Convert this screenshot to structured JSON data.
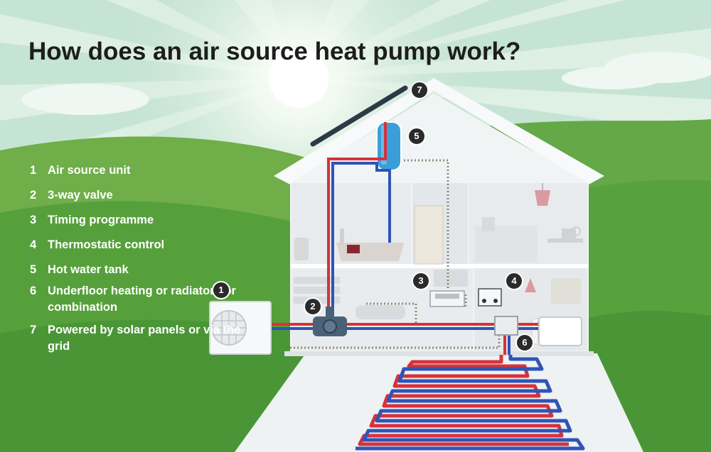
{
  "title": "How does an air source heat pump work?",
  "legend": [
    {
      "number": "1",
      "label": "Air source unit"
    },
    {
      "number": "2",
      "label": "3-way valve"
    },
    {
      "number": "3",
      "label": "Timing programme"
    },
    {
      "number": "4",
      "label": "Thermostatic control"
    },
    {
      "number": "5",
      "label": "Hot water tank"
    },
    {
      "number": "6",
      "label": "Underfloor heating or radiators or combination"
    },
    {
      "number": "7",
      "label": "Powered by solar panels or via the grid"
    }
  ],
  "callouts": {
    "air_source_unit": "1",
    "three_way_valve": "2",
    "timing_programme": "3",
    "thermostatic_control": "4",
    "hot_water_tank": "5",
    "underfloor_heating": "6",
    "solar_panels": "7"
  },
  "colors": {
    "hot_pipe": "#d6323a",
    "cold_pipe": "#2f54b8",
    "grass": "#4f9b3a",
    "sky": "#c6e4d3",
    "house": "#eef1f3",
    "tank": "#3a9fd9",
    "text_dark": "#1d1d1d",
    "text_light": "#ffffff",
    "badge": "#2a2a2a"
  }
}
